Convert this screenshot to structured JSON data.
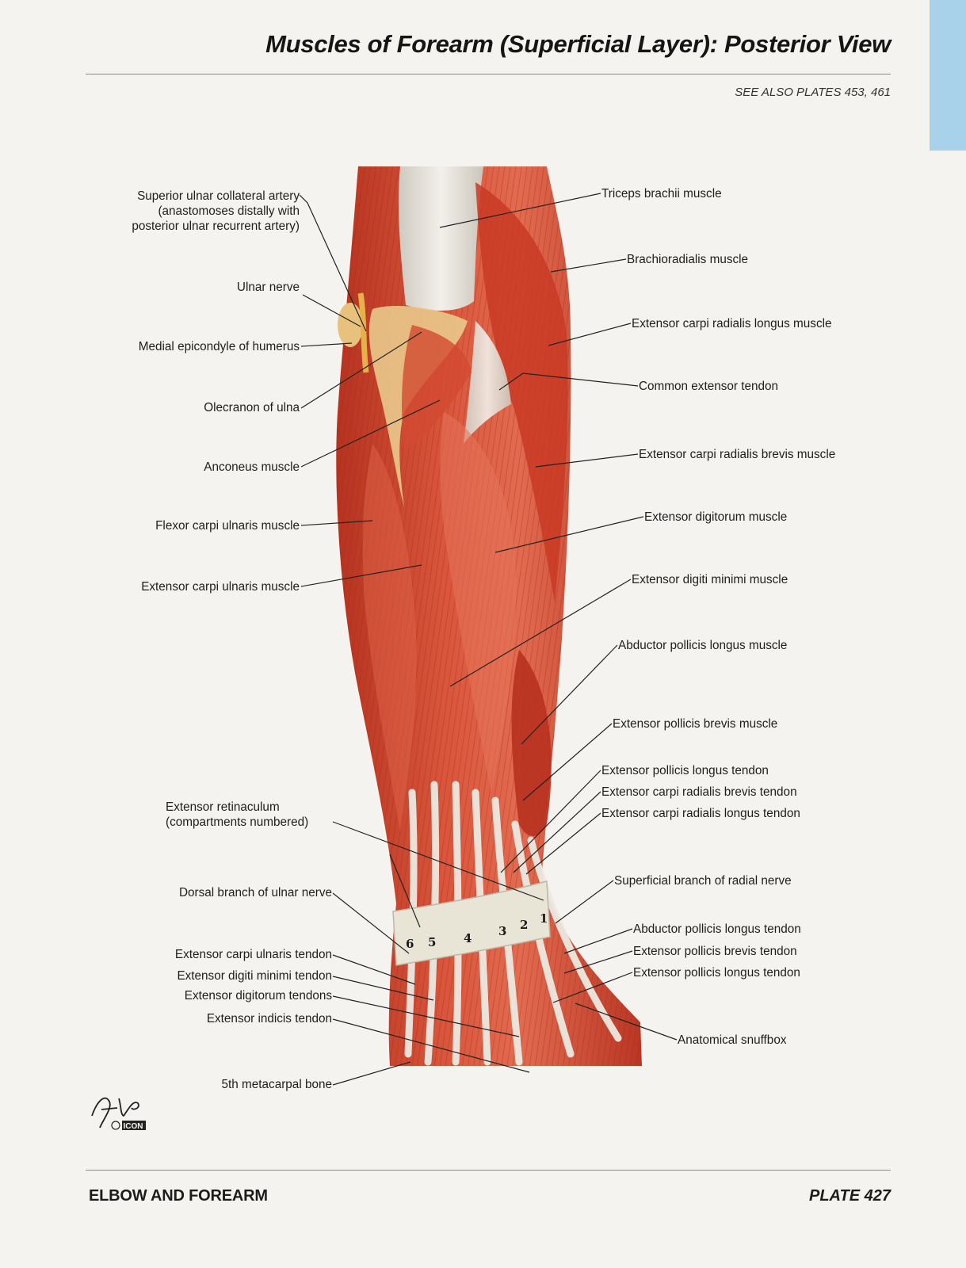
{
  "header": {
    "title": "Muscles of Forearm (Superficial Layer): Posterior View",
    "see_also": "SEE ALSO PLATES 453, 461"
  },
  "labels_left": [
    {
      "id": "superior-ulnar-collateral-artery",
      "lines": [
        "Superior ulnar collateral artery",
        "(anastomoses distally with",
        "posterior ulnar recurrent artery)"
      ]
    },
    {
      "id": "ulnar-nerve",
      "lines": [
        "Ulnar nerve"
      ]
    },
    {
      "id": "medial-epicondyle",
      "lines": [
        "Medial epicondyle of humerus"
      ]
    },
    {
      "id": "olecranon",
      "lines": [
        "Olecranon of ulna"
      ]
    },
    {
      "id": "anconeus",
      "lines": [
        "Anconeus muscle"
      ]
    },
    {
      "id": "flexor-carpi-ulnaris",
      "lines": [
        "Flexor carpi ulnaris muscle"
      ]
    },
    {
      "id": "extensor-carpi-ulnaris",
      "lines": [
        "Extensor carpi ulnaris muscle"
      ]
    },
    {
      "id": "extensor-retinaculum",
      "lines": [
        "Extensor retinaculum",
        "(compartments numbered)"
      ]
    },
    {
      "id": "dorsal-branch-ulnar-nerve",
      "lines": [
        "Dorsal branch of ulnar nerve"
      ]
    },
    {
      "id": "extensor-carpi-ulnaris-tendon",
      "lines": [
        "Extensor carpi ulnaris tendon"
      ]
    },
    {
      "id": "extensor-digiti-minimi-tendon",
      "lines": [
        "Extensor digiti minimi tendon"
      ]
    },
    {
      "id": "extensor-digitorum-tendons",
      "lines": [
        "Extensor digitorum tendons"
      ]
    },
    {
      "id": "extensor-indicis-tendon",
      "lines": [
        "Extensor indicis tendon"
      ]
    },
    {
      "id": "fifth-metacarpal",
      "lines": [
        "5th metacarpal bone"
      ]
    }
  ],
  "labels_right": [
    {
      "id": "triceps-brachii",
      "lines": [
        "Triceps brachii muscle"
      ]
    },
    {
      "id": "brachioradialis",
      "lines": [
        "Brachioradialis muscle"
      ]
    },
    {
      "id": "extensor-carpi-radialis-longus",
      "lines": [
        "Extensor carpi radialis longus muscle"
      ]
    },
    {
      "id": "common-extensor-tendon",
      "lines": [
        "Common extensor tendon"
      ]
    },
    {
      "id": "extensor-carpi-radialis-brevis",
      "lines": [
        "Extensor carpi radialis brevis muscle"
      ]
    },
    {
      "id": "extensor-digitorum",
      "lines": [
        "Extensor digitorum muscle"
      ]
    },
    {
      "id": "extensor-digiti-minimi",
      "lines": [
        "Extensor digiti minimi muscle"
      ]
    },
    {
      "id": "abductor-pollicis-longus",
      "lines": [
        "Abductor pollicis longus muscle"
      ]
    },
    {
      "id": "extensor-pollicis-brevis",
      "lines": [
        "Extensor pollicis brevis muscle"
      ]
    },
    {
      "id": "extensor-pollicis-longus-tendon",
      "lines": [
        "Extensor pollicis longus tendon"
      ]
    },
    {
      "id": "extensor-carpi-radialis-brevis-tendon",
      "lines": [
        "Extensor carpi radialis brevis tendon"
      ]
    },
    {
      "id": "extensor-carpi-radialis-longus-tendon",
      "lines": [
        "Extensor carpi radialis longus tendon"
      ]
    },
    {
      "id": "superficial-branch-radial-nerve",
      "lines": [
        "Superficial branch of radial nerve"
      ]
    },
    {
      "id": "abductor-pollicis-longus-tendon",
      "lines": [
        "Abductor pollicis longus tendon"
      ]
    },
    {
      "id": "extensor-pollicis-brevis-tendon",
      "lines": [
        "Extensor pollicis brevis tendon"
      ]
    },
    {
      "id": "extensor-pollicis-longus-tendon-2",
      "lines": [
        "Extensor pollicis longus tendon"
      ]
    },
    {
      "id": "anatomical-snuffbox",
      "lines": [
        "Anatomical snuffbox"
      ]
    }
  ],
  "compartments": [
    "6",
    "5",
    "4",
    "3",
    "2",
    "1"
  ],
  "signature": {
    "logo_text": "ICON"
  },
  "footer": {
    "section": "ELBOW AND FOREARM",
    "plate": "PLATE 427"
  },
  "colors": {
    "muscle": "#c8402c",
    "muscle_light": "#e07a5e",
    "tendon": "#e4e1d8",
    "tab": "#a7d2ea"
  }
}
